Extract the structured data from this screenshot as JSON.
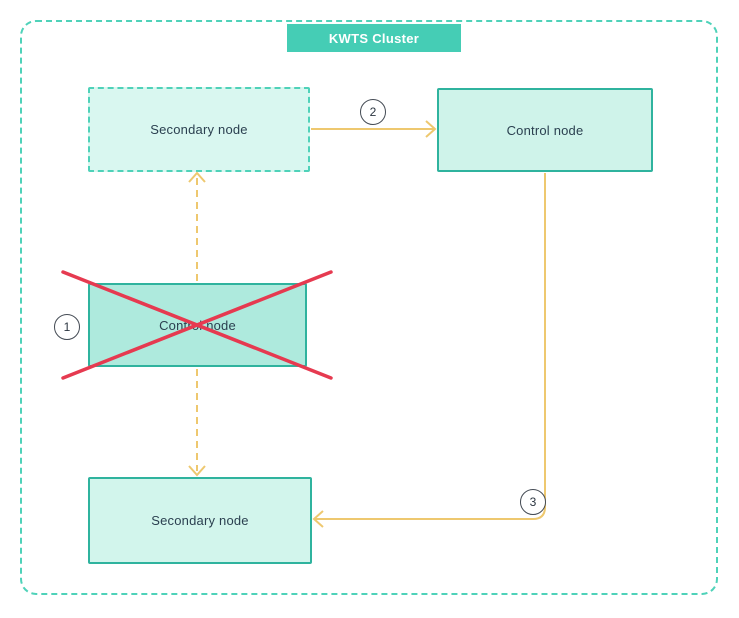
{
  "diagram": {
    "title": "KWTS Cluster",
    "nodes": {
      "secondary_top": {
        "label": "Secondary node",
        "style": "dashed"
      },
      "control_right": {
        "label": "Control node",
        "style": "solid"
      },
      "control_failed": {
        "label": "Control node",
        "style": "solid-crossed-out"
      },
      "secondary_bottom": {
        "label": "Secondary node",
        "style": "solid"
      }
    },
    "steps": {
      "one": "1",
      "two": "2",
      "three": "3"
    },
    "colors": {
      "teal_accent": "#45cdb5",
      "teal_border_dashed": "#4fd2b9",
      "teal_border_solid": "#2fb39e",
      "node_fill_light": "#d9f7f0",
      "node_fill_failed": "#aeeadd",
      "arrow_yellow": "#eec86f",
      "cross_red": "#e63a50",
      "text_dark": "#2b4050"
    }
  }
}
